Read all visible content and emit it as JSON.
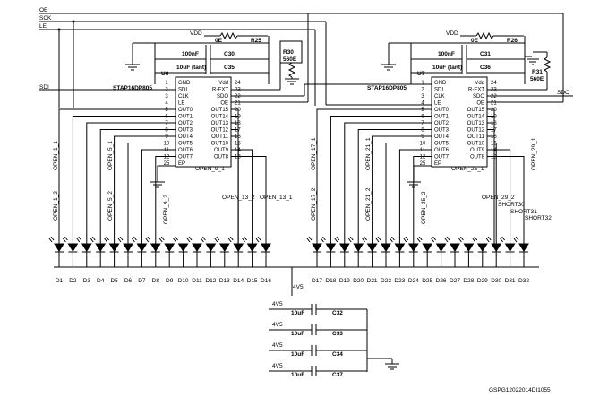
{
  "signals": {
    "oe": "OE",
    "sck": "SCK",
    "le": "LE",
    "sdi": "SDI",
    "sdo": "SDO",
    "vdd": "VDD",
    "v45": "4V5"
  },
  "u6": {
    "ref": "U6",
    "part": "STAP16DP805",
    "r_top": {
      "name": "R25",
      "value": "0E"
    },
    "c_a": {
      "name": "C30",
      "value": "100nF"
    },
    "c_b": {
      "name": "C35",
      "value": "10uF (tant)"
    },
    "r_set": {
      "name": "R30",
      "value": "560E"
    },
    "left_pins": [
      {
        "num": "1",
        "name": "GND"
      },
      {
        "num": "2",
        "name": "SDI"
      },
      {
        "num": "3",
        "name": "CLK"
      },
      {
        "num": "4",
        "name": "LE"
      },
      {
        "num": "5",
        "name": "OUT0"
      },
      {
        "num": "6",
        "name": "OUT1"
      },
      {
        "num": "7",
        "name": "OUT2"
      },
      {
        "num": "8",
        "name": "OUT3"
      },
      {
        "num": "9",
        "name": "OUT4"
      },
      {
        "num": "10",
        "name": "OUT5"
      },
      {
        "num": "11",
        "name": "OUT6"
      },
      {
        "num": "12",
        "name": "OUT7"
      },
      {
        "num": "25",
        "name": "EP"
      }
    ],
    "right_pins": [
      {
        "num": "24",
        "name": "Vdd"
      },
      {
        "num": "23",
        "name": "R-EXT"
      },
      {
        "num": "22",
        "name": "SDO"
      },
      {
        "num": "21",
        "name": "OE"
      },
      {
        "num": "20",
        "name": "OUT15"
      },
      {
        "num": "19",
        "name": "OUT14"
      },
      {
        "num": "18",
        "name": "OUT13"
      },
      {
        "num": "17",
        "name": "OUT12"
      },
      {
        "num": "16",
        "name": "OUT11"
      },
      {
        "num": "15",
        "name": "OUT10"
      },
      {
        "num": "14",
        "name": "OUT9"
      },
      {
        "num": "13",
        "name": "OUT8"
      }
    ],
    "open_labels": [
      "OPEN_1_1",
      "OPEN_1_2",
      "OPEN_5_1",
      "OPEN_5_2",
      "OPEN_9_1",
      "OPEN_9_2",
      "OPEN_13_2",
      "OPEN_13_1"
    ]
  },
  "u7": {
    "ref": "U7",
    "part": "STAP16DP805",
    "r_top": {
      "name": "R26",
      "value": "0E"
    },
    "c_a": {
      "name": "C31",
      "value": "100nF"
    },
    "c_b": {
      "name": "C36",
      "value": "10uF (tant)"
    },
    "r_set": {
      "name": "R31",
      "value": "560E"
    },
    "left_pins": [
      {
        "num": "1",
        "name": "GND"
      },
      {
        "num": "2",
        "name": "SDI"
      },
      {
        "num": "3",
        "name": "CLK"
      },
      {
        "num": "4",
        "name": "LE"
      },
      {
        "num": "5",
        "name": "OUT0"
      },
      {
        "num": "6",
        "name": "OUT1"
      },
      {
        "num": "7",
        "name": "OUT2"
      },
      {
        "num": "8",
        "name": "OUT3"
      },
      {
        "num": "9",
        "name": "OUT4"
      },
      {
        "num": "10",
        "name": "OUT5"
      },
      {
        "num": "11",
        "name": "OUT6"
      },
      {
        "num": "12",
        "name": "OUT7"
      },
      {
        "num": "25",
        "name": "EP"
      }
    ],
    "right_pins": [
      {
        "num": "24",
        "name": "Vdd"
      },
      {
        "num": "23",
        "name": "R-EXT"
      },
      {
        "num": "22",
        "name": "SDO"
      },
      {
        "num": "21",
        "name": "OE"
      },
      {
        "num": "20",
        "name": "OUT15"
      },
      {
        "num": "19",
        "name": "OUT14"
      },
      {
        "num": "18",
        "name": "OUT13"
      },
      {
        "num": "17",
        "name": "OUT12"
      },
      {
        "num": "16",
        "name": "OUT11"
      },
      {
        "num": "15",
        "name": "OUT10"
      },
      {
        "num": "14",
        "name": "OUT9"
      },
      {
        "num": "13",
        "name": "OUT8"
      }
    ],
    "open_labels": [
      "OPEN_17_1",
      "OPEN_17_2",
      "OPEN_21_1",
      "OPEN_21_2",
      "OPEN_25_2",
      "OPEN_25_1",
      "OPEN_29_1",
      "OPEN_29_2"
    ],
    "short_labels": [
      "SHORT30",
      "SHORT31",
      "SHORT32"
    ]
  },
  "leds": [
    "D1",
    "D2",
    "D3",
    "D4",
    "D5",
    "D6",
    "D7",
    "D8",
    "D9",
    "D10",
    "D11",
    "D12",
    "D13",
    "D14",
    "D15",
    "D16",
    "D17",
    "D18",
    "D19",
    "D20",
    "D21",
    "D22",
    "D23",
    "D24",
    "D25",
    "D26",
    "D27",
    "D28",
    "D29",
    "D30",
    "D31",
    "D32"
  ],
  "decoupling": [
    {
      "net": "4V5",
      "value": "10uF",
      "name": "C32"
    },
    {
      "net": "4V5",
      "value": "10uF",
      "name": "C33"
    },
    {
      "net": "4V5",
      "value": "10uF",
      "name": "C34"
    },
    {
      "net": "4V5",
      "value": "10uF",
      "name": "C37"
    }
  ],
  "footer": {
    "code": "GSPG12022014DI1055"
  }
}
